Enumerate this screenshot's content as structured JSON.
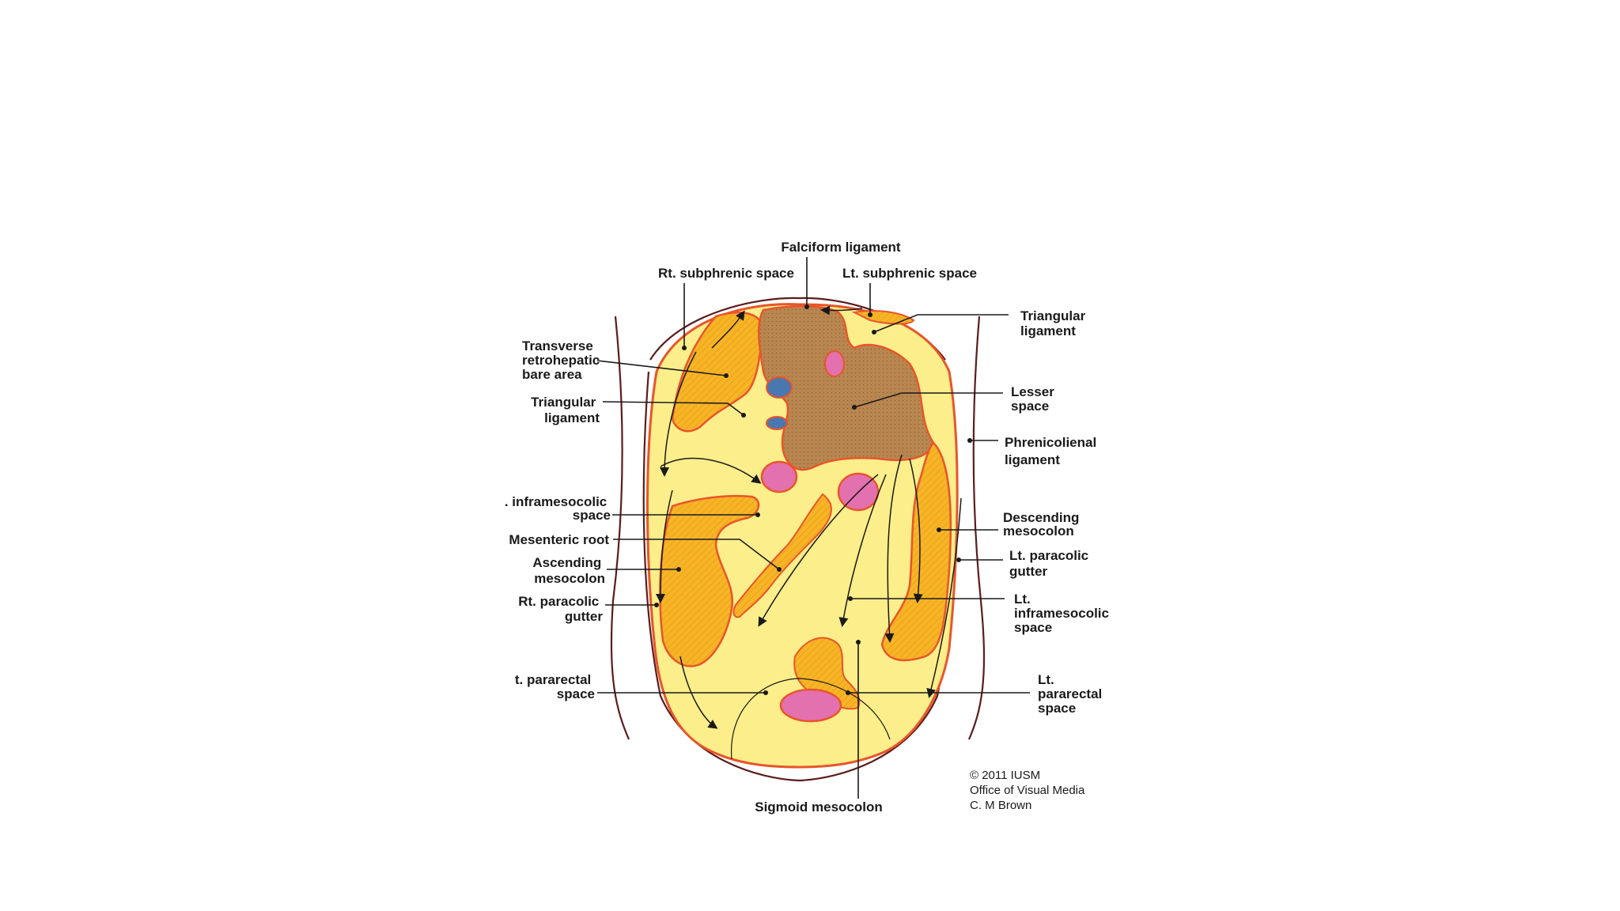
{
  "colors": {
    "background": "#ffffff",
    "body_wall": "#5a1d1d",
    "peritoneal_space": "#fcee8a",
    "retroperitoneal_fat": "#f7b526",
    "peritoneum_line": "#e8552b",
    "liver_bare_area": "#b98650",
    "vessel_blue": "#4a77b0",
    "bowel_pink": "#e371b0"
  },
  "labels": {
    "falciform_ligament": "Falciform ligament",
    "rt_subphrenic_space": "Rt. subphrenic space",
    "lt_subphrenic_space": "Lt. subphrenic space",
    "triangular_ligament_right": [
      "Triangular",
      "ligament"
    ],
    "transverse_retrohepatic_bare_area": [
      "Transverse",
      "retrohepatic",
      "bare area"
    ],
    "triangular_ligament_left": [
      "Triangular",
      "ligament"
    ],
    "lesser_space": [
      "Lesser",
      "space"
    ],
    "phrenicolienal_ligament": [
      "Phrenicolienal",
      "ligament"
    ],
    "rt_inframesocolic_space": [
      ". inframesocolic",
      "space"
    ],
    "descending_mesocolon": [
      "Descending",
      "mesocolon"
    ],
    "mesenteric_root": "Mesenteric root",
    "lt_paracolic_gutter": [
      "Lt. paracolic",
      "gutter"
    ],
    "ascending_mesocolon": [
      "Ascending",
      "mesocolon"
    ],
    "lt_inframesocolic_space": [
      "Lt.",
      "inframesocolic",
      "space"
    ],
    "rt_paracolic_gutter": [
      "Rt. paracolic",
      "gutter"
    ],
    "rt_pararectal_space": [
      "t. pararectal",
      "space"
    ],
    "lt_pararectal_space": [
      "Lt.",
      "pararectal",
      "space"
    ],
    "sigmoid_mesocolon": "Sigmoid mesocolon"
  },
  "credit": [
    "© 2011 IUSM",
    "Office of Visual Media",
    "C. M Brown"
  ]
}
